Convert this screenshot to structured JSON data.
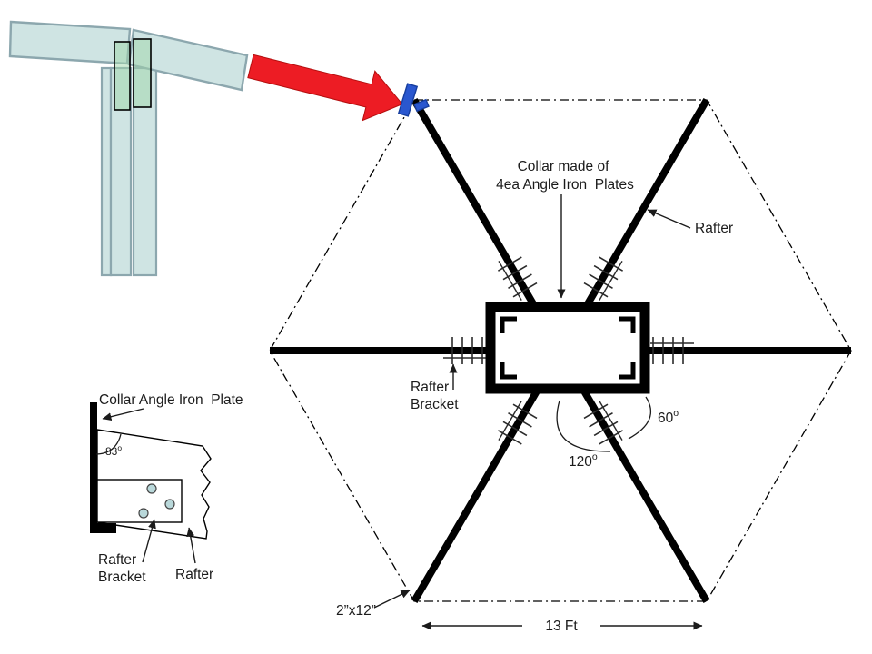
{
  "figure": {
    "collar_note": {
      "line1": "Collar made of",
      "line2": "4ea Angle Iron  Plates"
    },
    "rafter_label": "Rafter",
    "rafter_bracket_label": {
      "line1": "Rafter",
      "line2": "Bracket"
    },
    "angle_60": {
      "value": "60",
      "unit": "o"
    },
    "angle_120": {
      "value": "120",
      "unit": "o"
    },
    "lumber_size": "2”x12”",
    "span": "13 Ft"
  },
  "detail": {
    "plate_label": "Collar Angle Iron  Plate",
    "angle_83": {
      "value": "83",
      "unit": "o"
    },
    "rafter_bracket_label": {
      "line1": "Rafter",
      "line2": "Bracket"
    },
    "rafter_label": "Rafter"
  },
  "colors": {
    "lumber_fill": "#cfe4e3",
    "lumber_stroke": "#8ca7ae",
    "plate_green": "#9fd6a9",
    "arrow_red": "#ed1c24",
    "marker_blue": "#2a57cf",
    "bolt_fill": "#b9d8da",
    "ink": "#1b1b1b"
  }
}
